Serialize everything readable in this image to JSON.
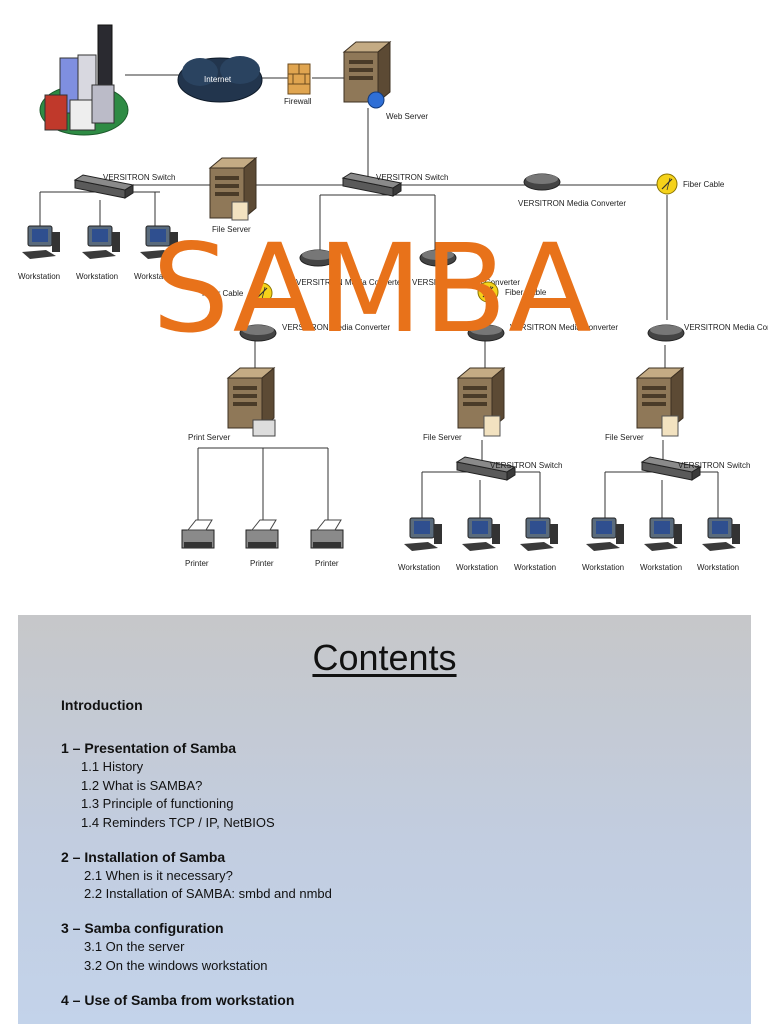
{
  "diagram": {
    "title": "SAMBA",
    "internet_label": "Internet",
    "firewall_label": "Firewall",
    "web_server_label": "Web Server",
    "switch_left_label": "VERSITRON Switch",
    "switch_center_label": "VERSITRON Switch",
    "file_server_top_label": "File Server",
    "workstation_labels": [
      "Workstation",
      "Workstation",
      "Workstation"
    ],
    "media_converter_right_label": "VERSITRON Media Converter",
    "fiber_cable_right_label": "Fiber Cable",
    "media_converter_a_label": "VERSITRON Media Converter",
    "media_converter_b_label": "VERSITRON Media Converter",
    "fiber_cable_left_label": "Fiber Cable",
    "fiber_cable_mid_label": "Fiber Cable",
    "media_converter_c_label": "VERSITRON Media Converter",
    "media_converter_d_label": "VERSITRON Media Converter",
    "media_converter_e_label": "VERSITRON Media Converter",
    "print_server_label": "Print Server",
    "file_server_mid_label": "File Server",
    "file_server_right_label": "File Server",
    "switch_mid_label": "VERSITRON Switch",
    "switch_right_label": "VERSITRON Switch",
    "printer_labels": [
      "Printer",
      "Printer",
      "Printer"
    ],
    "workstation_mid_labels": [
      "Workstation",
      "Workstation",
      "Workstation"
    ],
    "workstation_right_labels": [
      "Workstation",
      "Workstation",
      "Workstation"
    ],
    "colors": {
      "title": "#e8721a",
      "line": "#333333",
      "fiber": "#f5d21a"
    }
  },
  "contents": {
    "heading": "Contents",
    "intro": "Introduction",
    "sections": [
      {
        "title": "1 – Presentation of Samba",
        "items": [
          "1.1 History",
          "1.2 What is SAMBA?",
          "1.3 Principle of functioning",
          "1.4 Reminders TCP / IP, NetBIOS"
        ]
      },
      {
        "title": "2 – Installation  of Samba",
        "items": [
          "2.1 When is it necessary?",
          "2.2 Installation of SAMBA: smbd and nmbd"
        ]
      },
      {
        "title": "3 – Samba configuration",
        "items": [
          "3.1 On the server",
          "3.2 On the windows workstation"
        ]
      },
      {
        "title": "4 – Use of Samba from workstation",
        "items": []
      }
    ]
  }
}
